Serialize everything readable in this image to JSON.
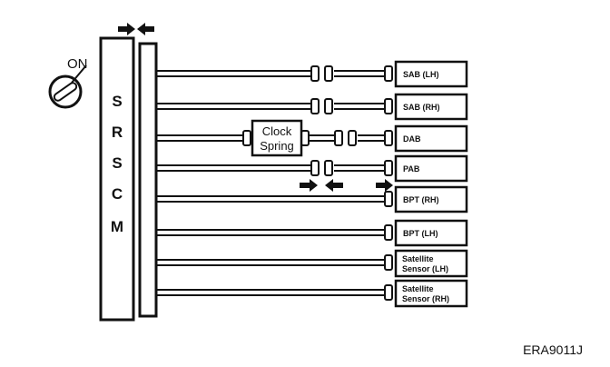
{
  "ignition": {
    "label": "ON"
  },
  "module": {
    "letters": [
      "S",
      "R",
      "S",
      "C",
      "M"
    ]
  },
  "clock_spring": {
    "line1": "Clock",
    "line2": "Spring"
  },
  "components": [
    {
      "line1": "SAB (LH)",
      "line2": ""
    },
    {
      "line1": "SAB (RH)",
      "line2": ""
    },
    {
      "line1": "DAB",
      "line2": ""
    },
    {
      "line1": "PAB",
      "line2": ""
    },
    {
      "line1": "BPT (RH)",
      "line2": ""
    },
    {
      "line1": "BPT (LH)",
      "line2": ""
    },
    {
      "line1": "Satellite",
      "line2": "Sensor (LH)"
    },
    {
      "line1": "Satellite",
      "line2": "Sensor (RH)"
    }
  ],
  "figure_id": "ERA9011J"
}
